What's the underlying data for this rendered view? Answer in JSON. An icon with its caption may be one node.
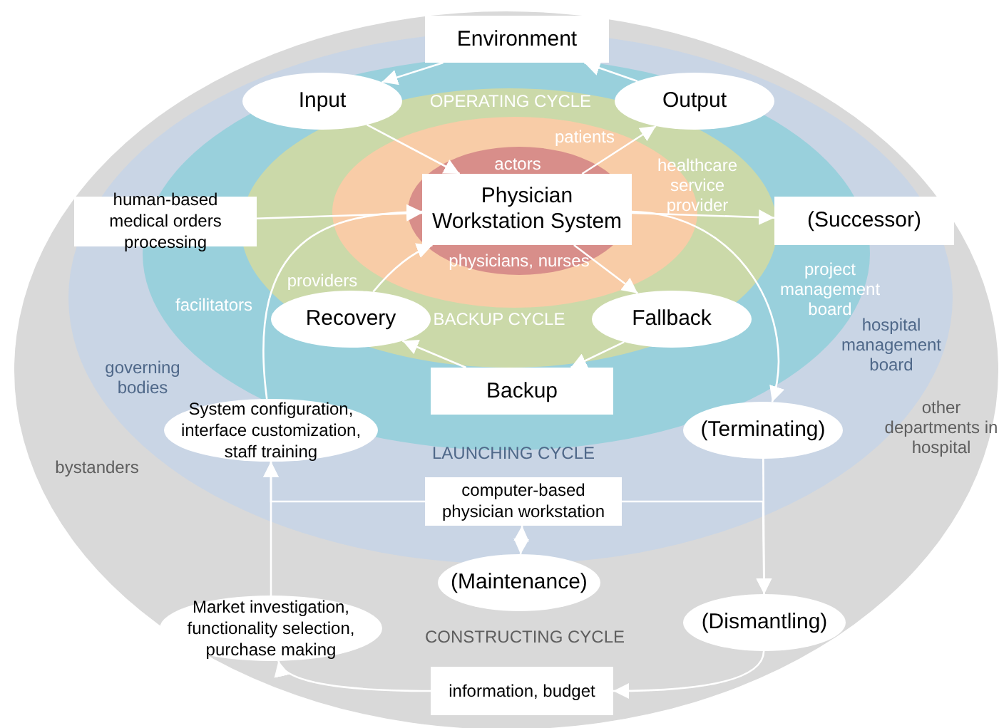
{
  "diagram": {
    "nodes": [
      {
        "text": [
          "Environment"
        ]
      },
      {
        "text": [
          "Input"
        ]
      },
      {
        "text": [
          "Output"
        ]
      },
      {
        "text": [
          "human-based medical orders processing"
        ]
      },
      {
        "text": [
          "Physician Workstation System"
        ]
      },
      {
        "text": [
          "(Successor)"
        ]
      },
      {
        "text": [
          "Recovery"
        ]
      },
      {
        "text": [
          "Fallback"
        ]
      },
      {
        "text": [
          "Backup"
        ]
      },
      {
        "text": [
          "System configuration, interface customization, staff training"
        ]
      },
      {
        "text": [
          "(Terminating)"
        ]
      },
      {
        "text": [
          "computer-based physician workstation"
        ]
      },
      {
        "text": [
          "(Maintenance)"
        ]
      },
      {
        "text": [
          "Market investigation, functionality selection, purchase making"
        ]
      },
      {
        "text": [
          "(Dismantling)"
        ]
      },
      {
        "text": [
          "information, budget"
        ]
      }
    ],
    "edges": [
      {
        "from": 0,
        "to": 1,
        "arrow": "to"
      },
      {
        "from": 2,
        "to": 0,
        "arrow": "to"
      },
      {
        "from": 1,
        "to": 4,
        "arrow": "to"
      },
      {
        "from": 3,
        "to": 4,
        "arrow": "to"
      },
      {
        "from": 4,
        "to": 2,
        "arrow": "to"
      },
      {
        "from": 4,
        "to": 5,
        "arrow": "to"
      },
      {
        "from": 4,
        "to": 7,
        "arrow": "to"
      },
      {
        "from": 6,
        "to": 4,
        "arrow": "to"
      },
      {
        "from": 9,
        "to": 4,
        "arrow": "to"
      },
      {
        "from": 4,
        "to": 10,
        "arrow": "to"
      },
      {
        "from": 7,
        "to": 8,
        "arrow": "to"
      },
      {
        "from": 8,
        "to": 6,
        "arrow": "to"
      },
      {
        "from": 13,
        "to": 9,
        "arrow": "to"
      },
      {
        "from": 10,
        "to": 14,
        "arrow": "to"
      },
      {
        "from": 11,
        "to": 9,
        "arrow": "to"
      },
      {
        "from": 11,
        "to": 14,
        "arrow": "to"
      },
      {
        "from": 12,
        "to": 11,
        "arrow": "both"
      },
      {
        "from": 14,
        "to": 15,
        "arrow": "to"
      },
      {
        "from": 15,
        "to": 13,
        "arrow": "to"
      }
    ],
    "labels": [
      "OPERATING CYCLE",
      "patients",
      "actors",
      "healthcare service provider",
      "providers",
      "physicians, nurses",
      "project management board",
      "facilitators",
      "BACKUP CYCLE",
      "hospital management board",
      "governing bodies",
      "other departments in hospital",
      "LAUNCHING CYCLE",
      "bystanders",
      "CONSTRUCTING CYCLE"
    ]
  }
}
